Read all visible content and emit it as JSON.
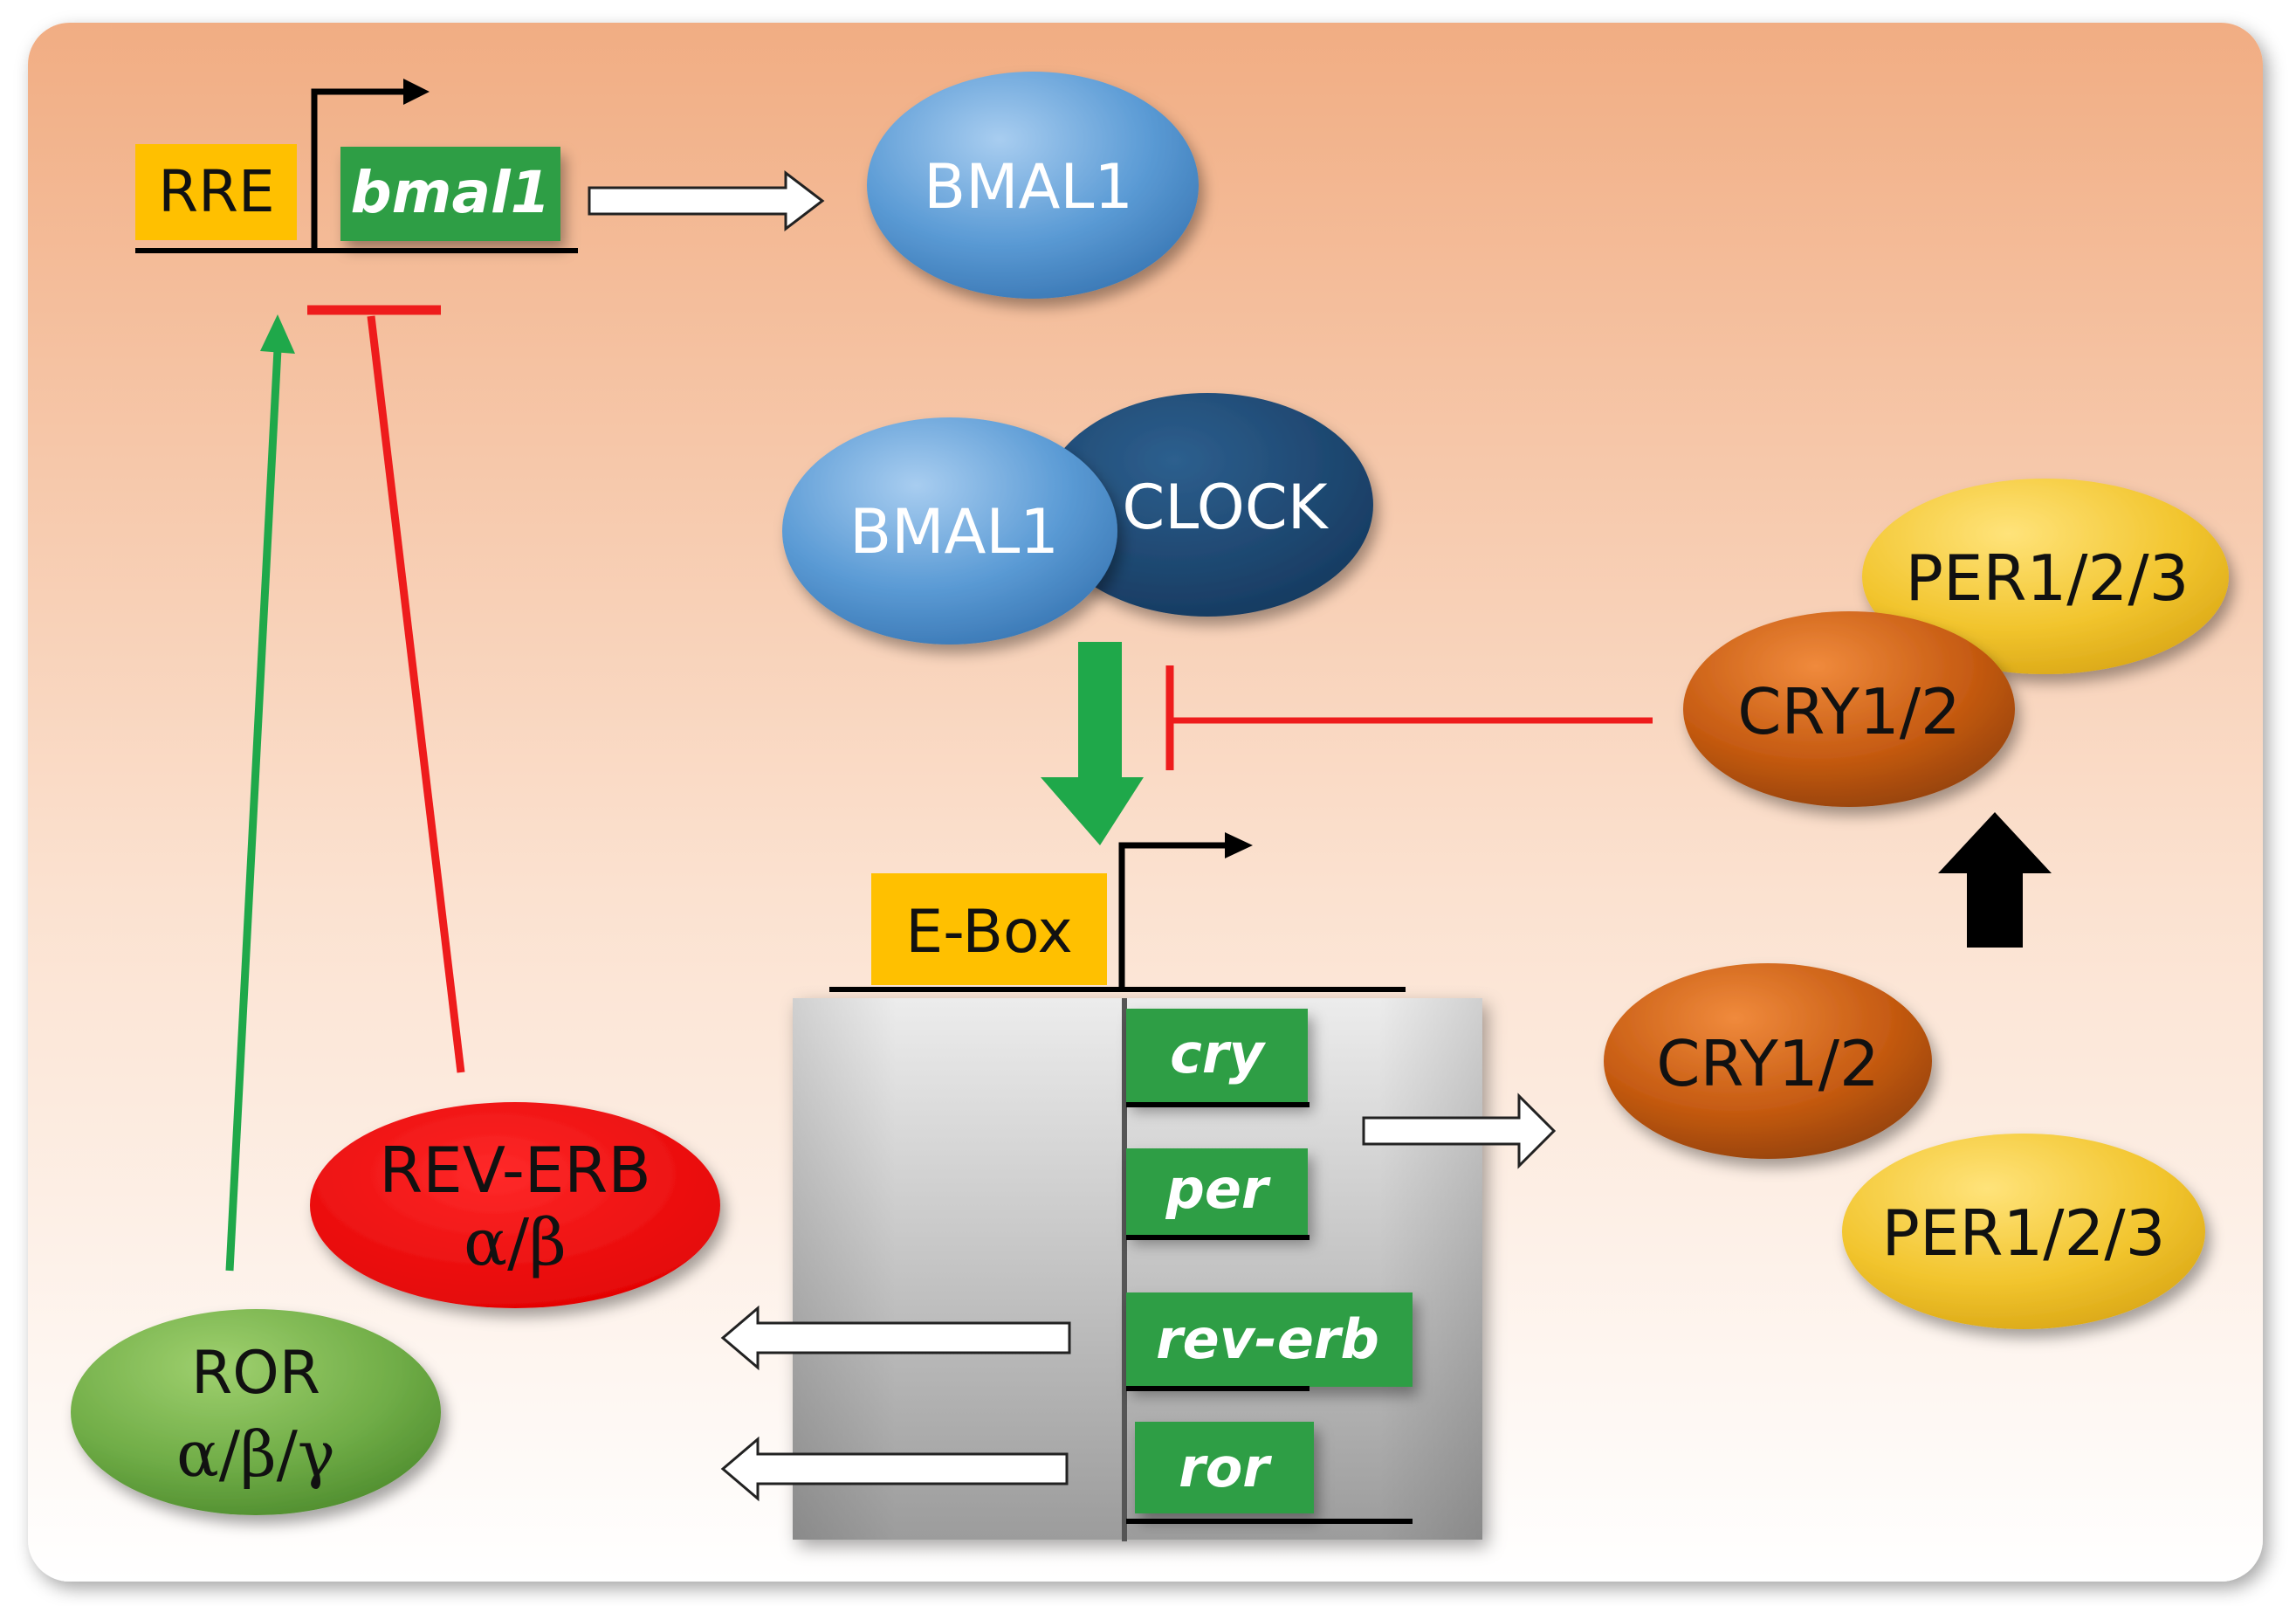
{
  "bmal1_promoter": {
    "element": "RRE",
    "gene": "bmal1"
  },
  "bmal1_protein": "BMAL1",
  "complex": {
    "left": "BMAL1",
    "right": "CLOCK"
  },
  "ebox_promoter": {
    "element": "E-Box",
    "genes": [
      "cry",
      "per",
      "rev-erb",
      "ror"
    ]
  },
  "cry_free": "CRY1/2",
  "per_free": "PER1/2/3",
  "cry_complex": "CRY1/2",
  "per_complex": "PER1/2/3",
  "rev_erb": {
    "name": "REV-ERB",
    "isoforms": "α/β"
  },
  "ror": {
    "name": "ROR",
    "isoforms": "α/β/γ"
  },
  "colors": {
    "activation": "#1fa84a",
    "repression": "#ee1c1c",
    "promoter_element": "#ffc000",
    "gene_box": "#2e9e44",
    "bmal1": "#5b9bd5",
    "clock": "#1f4e79",
    "cry": "#c55a11",
    "per": "#ffc000",
    "rev_erb": "#ff0000",
    "ror": "#70ad47"
  }
}
